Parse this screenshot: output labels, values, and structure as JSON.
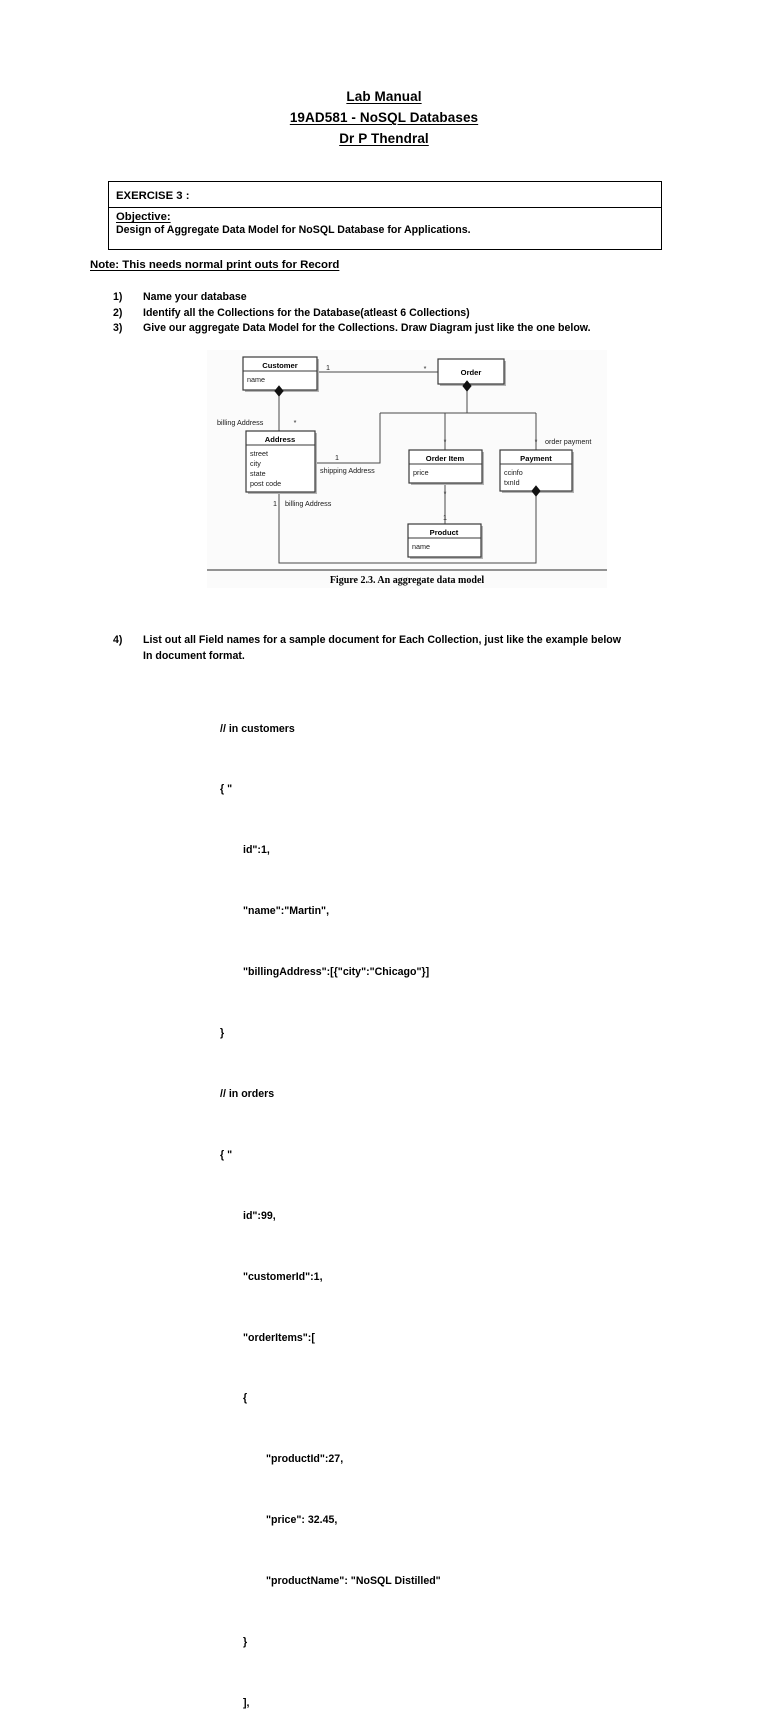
{
  "document": {
    "title_lines": [
      "Lab Manual",
      "19AD581 - NoSQL Databases",
      "Dr P Thendral"
    ]
  },
  "exercise": {
    "heading": "EXERCISE 3 :",
    "objective_label": "Objective:",
    "objective_text": "Design of Aggregate Data Model for NoSQL Database for Applications."
  },
  "note": "Note: This needs normal print outs for Record",
  "tasks": [
    {
      "num": "1)",
      "text": "Name your database"
    },
    {
      "num": "2)",
      "text": "Identify all the Collections for the Database(atleast 6 Collections)"
    },
    {
      "num": "3)",
      "text": "Give our aggregate Data Model for the Collections. Draw Diagram just like the one below."
    }
  ],
  "task4": {
    "num": "4)",
    "text": "List out all Field names for a sample document for Each Collection, just like the example below\nIn document format."
  },
  "figure": {
    "caption": "Figure 2.3. An aggregate data model",
    "classes": [
      {
        "id": "customer",
        "name": "Customer",
        "attributes": [
          "name"
        ]
      },
      {
        "id": "order",
        "name": "Order",
        "attributes": []
      },
      {
        "id": "address",
        "name": "Address",
        "attributes": [
          "street",
          "city",
          "state",
          "post code"
        ]
      },
      {
        "id": "order-item",
        "name": "Order Item",
        "attributes": [
          "price"
        ]
      },
      {
        "id": "payment",
        "name": "Payment",
        "attributes": [
          "ccinfo",
          "txnId"
        ]
      },
      {
        "id": "product",
        "name": "Product",
        "attributes": [
          "name"
        ]
      }
    ],
    "relationships": [
      {
        "from": "Customer",
        "to": "Order",
        "from_multiplicity": "1",
        "to_multiplicity": "*",
        "label": ""
      },
      {
        "from": "Customer",
        "to": "Address",
        "from_multiplicity": "",
        "to_multiplicity": "*",
        "label": "billing Address"
      },
      {
        "from": "Address",
        "to": "Order",
        "from_multiplicity": "1",
        "to_multiplicity": "",
        "label": "shipping Address"
      },
      {
        "from": "Address",
        "to": "Payment",
        "from_multiplicity": "1",
        "to_multiplicity": "",
        "label": "billing Address"
      },
      {
        "from": "Order",
        "to": "Order Item",
        "from_multiplicity": "",
        "to_multiplicity": "*",
        "label": ""
      },
      {
        "from": "Order",
        "to": "Payment",
        "from_multiplicity": "",
        "to_multiplicity": "*",
        "label": "order payment"
      },
      {
        "from": "Order Item",
        "to": "Product",
        "from_multiplicity": "*",
        "to_multiplicity": "1",
        "label": ""
      }
    ],
    "edge_labels": {
      "billing_address_top": "billing Address",
      "shipping_address": "shipping Address",
      "billing_address_bottom": "billing Address",
      "order_payment": "order payment"
    },
    "multiplicity_symbols": {
      "one": "1",
      "many": "*"
    }
  },
  "code_sample": {
    "lines": [
      {
        "indent": 1,
        "text": "// in customers"
      },
      {
        "indent": 1,
        "text": "{ \""
      },
      {
        "indent": 2,
        "text": "id\":1,"
      },
      {
        "indent": 2,
        "text": "\"name\":\"Martin\","
      },
      {
        "indent": 2,
        "text": "\"billingAddress\":[{\"city\":\"Chicago\"}]"
      },
      {
        "indent": 1,
        "text": "}"
      },
      {
        "indent": 1,
        "text": "// in orders"
      },
      {
        "indent": 1,
        "text": "{ \""
      },
      {
        "indent": 2,
        "text": "id\":99,"
      },
      {
        "indent": 2,
        "text": "\"customerId\":1,"
      },
      {
        "indent": 2,
        "text": "\"orderItems\":["
      },
      {
        "indent": 2,
        "text": "{"
      },
      {
        "indent": 3,
        "text": "\"productId\":27,"
      },
      {
        "indent": 3,
        "text": "\"price\": 32.45,"
      },
      {
        "indent": 3,
        "text": "\"productName\": \"NoSQL Distilled\""
      },
      {
        "indent": 2,
        "text": "}"
      },
      {
        "indent": 2,
        "text": "],"
      }
    ]
  },
  "colors": {
    "text": "#000000",
    "page_background": "#ffffff",
    "figure_background": "#fbfbfb",
    "diagram_stroke": "#3a3a3a",
    "box_fill": "#ffffff",
    "shadow": "#b0b0b0"
  }
}
